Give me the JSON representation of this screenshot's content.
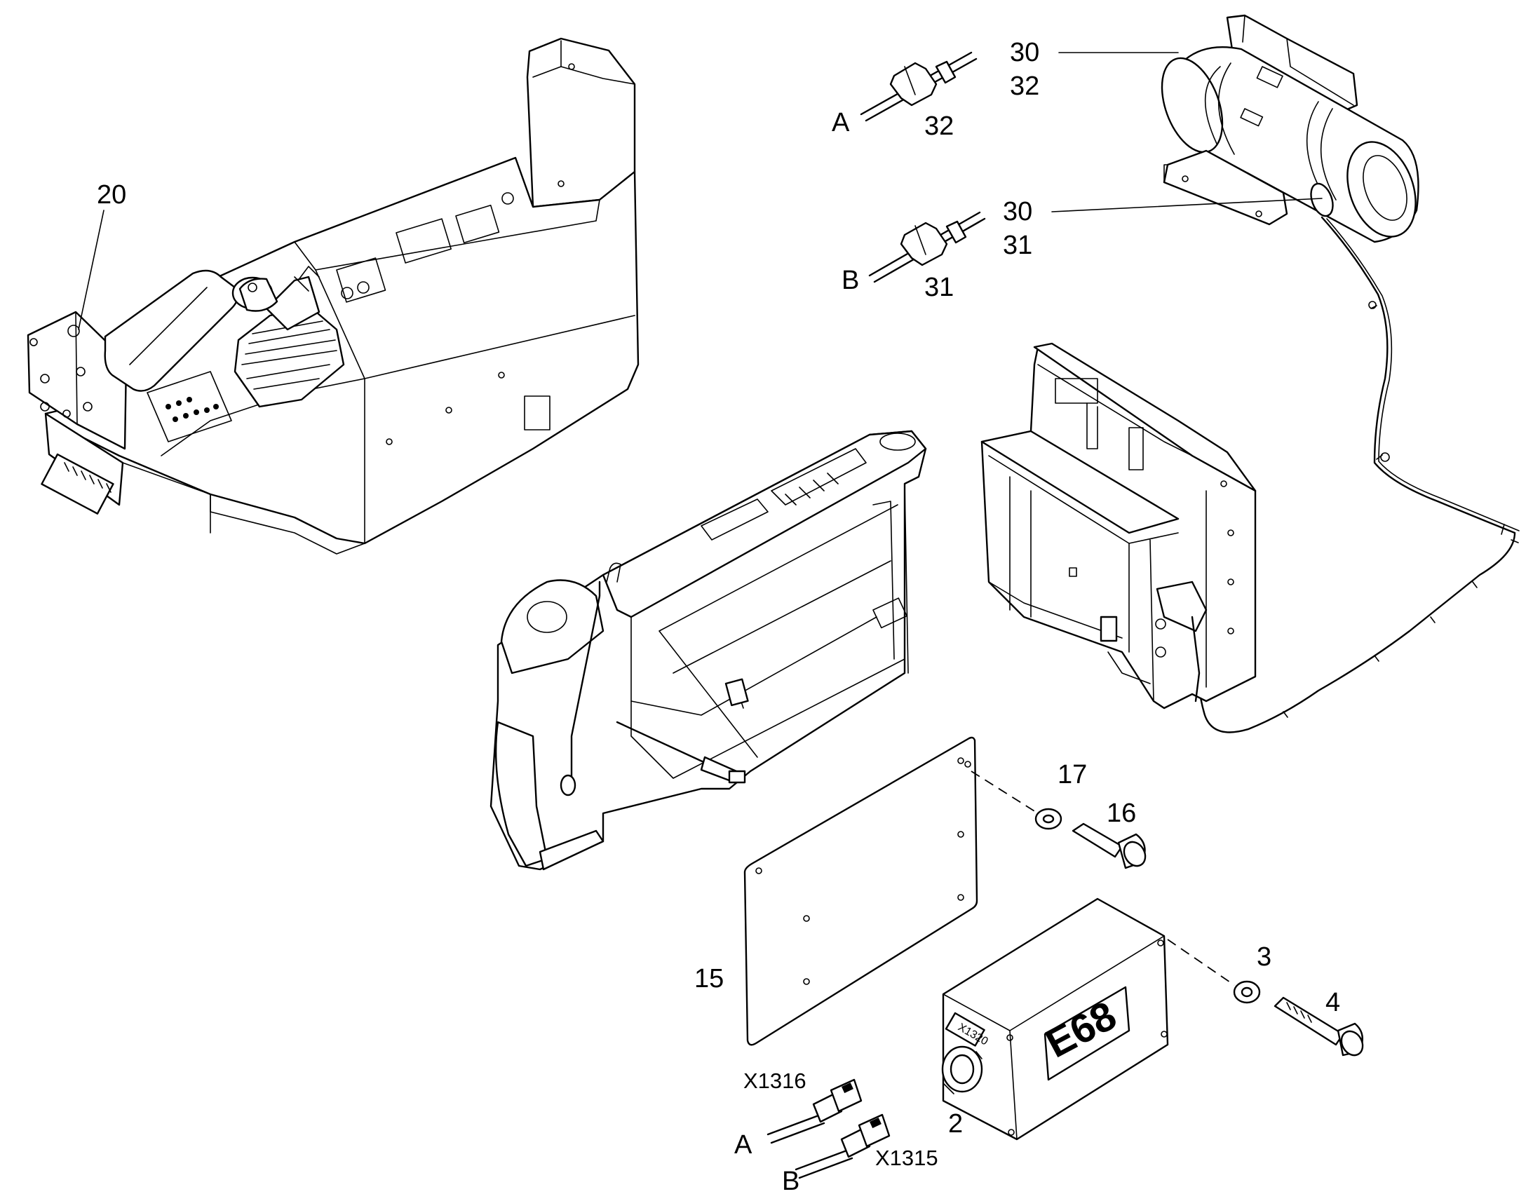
{
  "callouts": {
    "c20": "20",
    "c30a": "30",
    "c32a": "32",
    "c32b": "32",
    "cA1": "A",
    "c30b": "30",
    "c31a": "31",
    "c31b": "31",
    "cB1": "B",
    "c17": "17",
    "c16": "16",
    "c15": "15",
    "c3": "3",
    "c4": "4",
    "c2": "2",
    "cX1316": "X1316",
    "cX1315": "X1315",
    "cA2": "A",
    "cB2": "B"
  },
  "module_logo": "E68",
  "module_tag": "X1320"
}
